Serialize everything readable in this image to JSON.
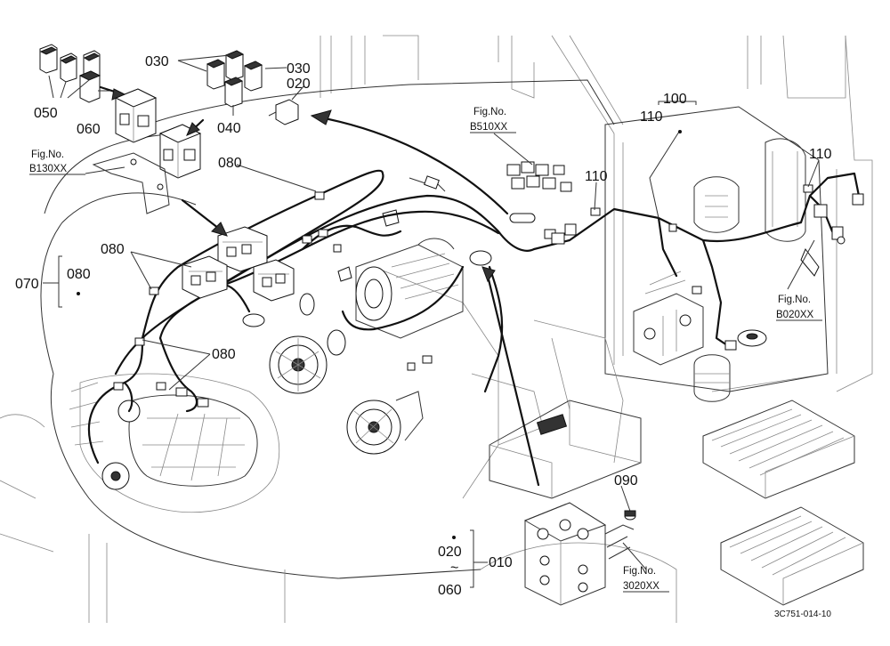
{
  "labels": {
    "p050": "050",
    "p060": "060",
    "p030a": "030",
    "p030b": "030",
    "p020a": "020",
    "p040": "040",
    "p080a": "080",
    "p080b": "080",
    "p080c": "080",
    "p080d": "080",
    "p070": "070",
    "p100": "100",
    "p110a": "110",
    "p110b": "110",
    "p110c": "110",
    "p090": "090",
    "p020b": "020",
    "tilde": "~",
    "p060b": "060",
    "p010": "010"
  },
  "figrefs": {
    "b130": {
      "title": "Fig.No.",
      "code": "B130XX"
    },
    "b510": {
      "title": "Fig.No.",
      "code": "B510XX"
    },
    "b020": {
      "title": "Fig.No.",
      "code": "B020XX"
    },
    "f3020": {
      "title": "Fig.No.",
      "code": "3020XX"
    }
  },
  "drawing_code": "3C751-014-10"
}
